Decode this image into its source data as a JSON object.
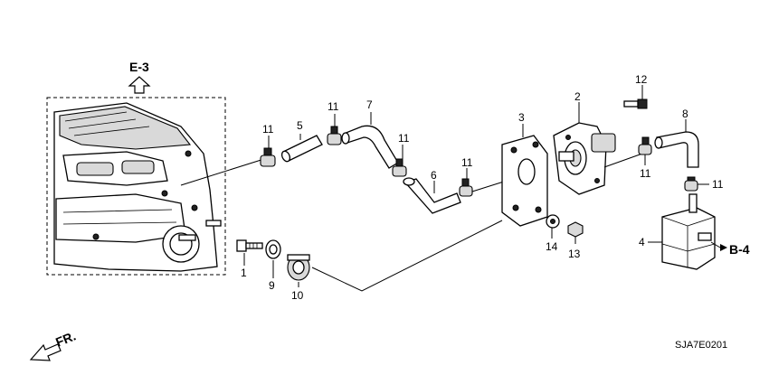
{
  "diagram": {
    "ref_e3": "E-3",
    "ref_b4": "B-4",
    "fr_label": "FR.",
    "code": "SJA7E0201",
    "callouts": {
      "c1": "1",
      "c2": "2",
      "c3": "3",
      "c4": "4",
      "c5": "5",
      "c6": "6",
      "c7": "7",
      "c8": "8",
      "c9": "9",
      "c10": "10",
      "c11a": "11",
      "c11b": "11",
      "c11c": "11",
      "c11d": "11",
      "c11e": "11",
      "c11f": "11",
      "c12": "12",
      "c13": "13",
      "c14": "14"
    }
  }
}
